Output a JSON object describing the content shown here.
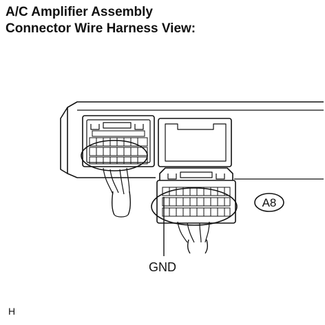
{
  "title": {
    "line1": "A/C Amplifier Assembly",
    "line2": "Connector Wire Harness View:"
  },
  "labels": {
    "connector_id": "A8",
    "ground": "GND",
    "figure_code": "H"
  },
  "colors": {
    "ink": "#111111",
    "background": "#ffffff"
  }
}
